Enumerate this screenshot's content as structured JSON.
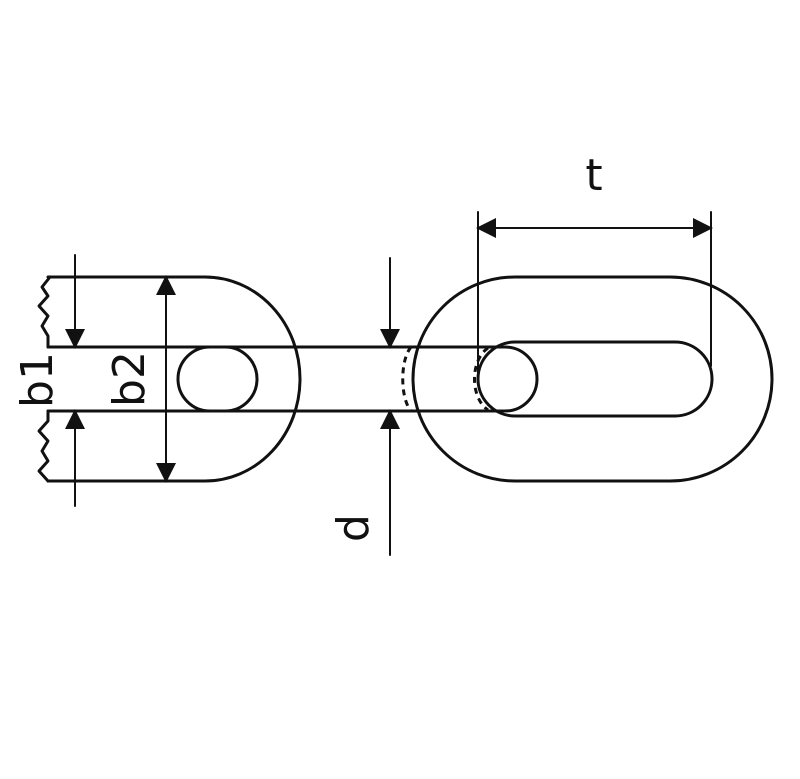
{
  "diagram": {
    "labels": {
      "b1": "b1",
      "b2": "b2",
      "d": "d",
      "t": "t"
    }
  }
}
